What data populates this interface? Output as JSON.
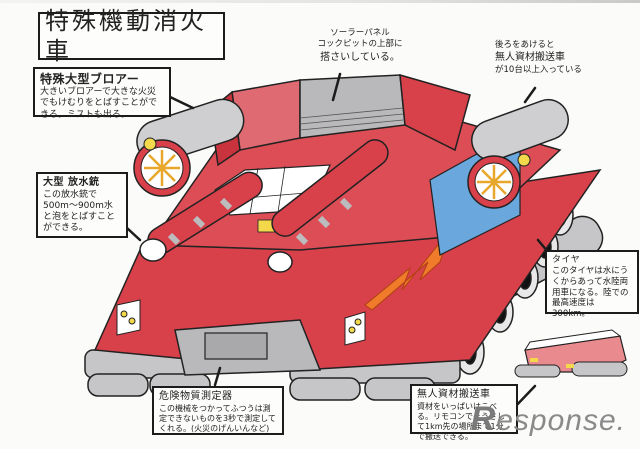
{
  "title": "特殊機動消火車",
  "annotations": {
    "blower": {
      "heading": "特殊大型ブロアー",
      "body": "大きいブロアーで大きな火災でもけむりをとばすことができる。ミストも出る。"
    },
    "solar_panel": {
      "lines": [
        "ソーラーパネル",
        "コックピットの上部に",
        "搭さいしている。"
      ]
    },
    "cargo": {
      "lines": [
        "後ろをあけると",
        "無人資材搬送車",
        "が10台以上入っている"
      ]
    },
    "water_cannon": {
      "heading": "大型 放水銃",
      "body": "この放水銃で500m〜900m水と泡をとばすことができる。"
    },
    "tires": {
      "heading": "タイヤ",
      "body": "このタイヤは水にうくからあって水陸両用車になる。陸での最高速度は300km。"
    },
    "hazard_meter": {
      "heading": "危険物質測定器",
      "body": "この機械をつかってふつうは測定できないものを3秒で測定してくれる。(火災のげんいんなど)"
    },
    "unmanned_carrier": {
      "heading": "無人資材搬送車",
      "body": "資材をいっぱいはこべる。リモコンでそうさして1km先の場所まで1分で搬送できる。"
    }
  },
  "watermark": {
    "initial": "R",
    "rest": "esponse."
  },
  "colors": {
    "body_red": "#d8404a",
    "light_red": "#e98a8f",
    "gray": "#b9b9bb",
    "blue": "#6aa7dc",
    "yellow": "#f2d84a",
    "orange": "#f07b2a",
    "ink": "#1c1c1c"
  }
}
